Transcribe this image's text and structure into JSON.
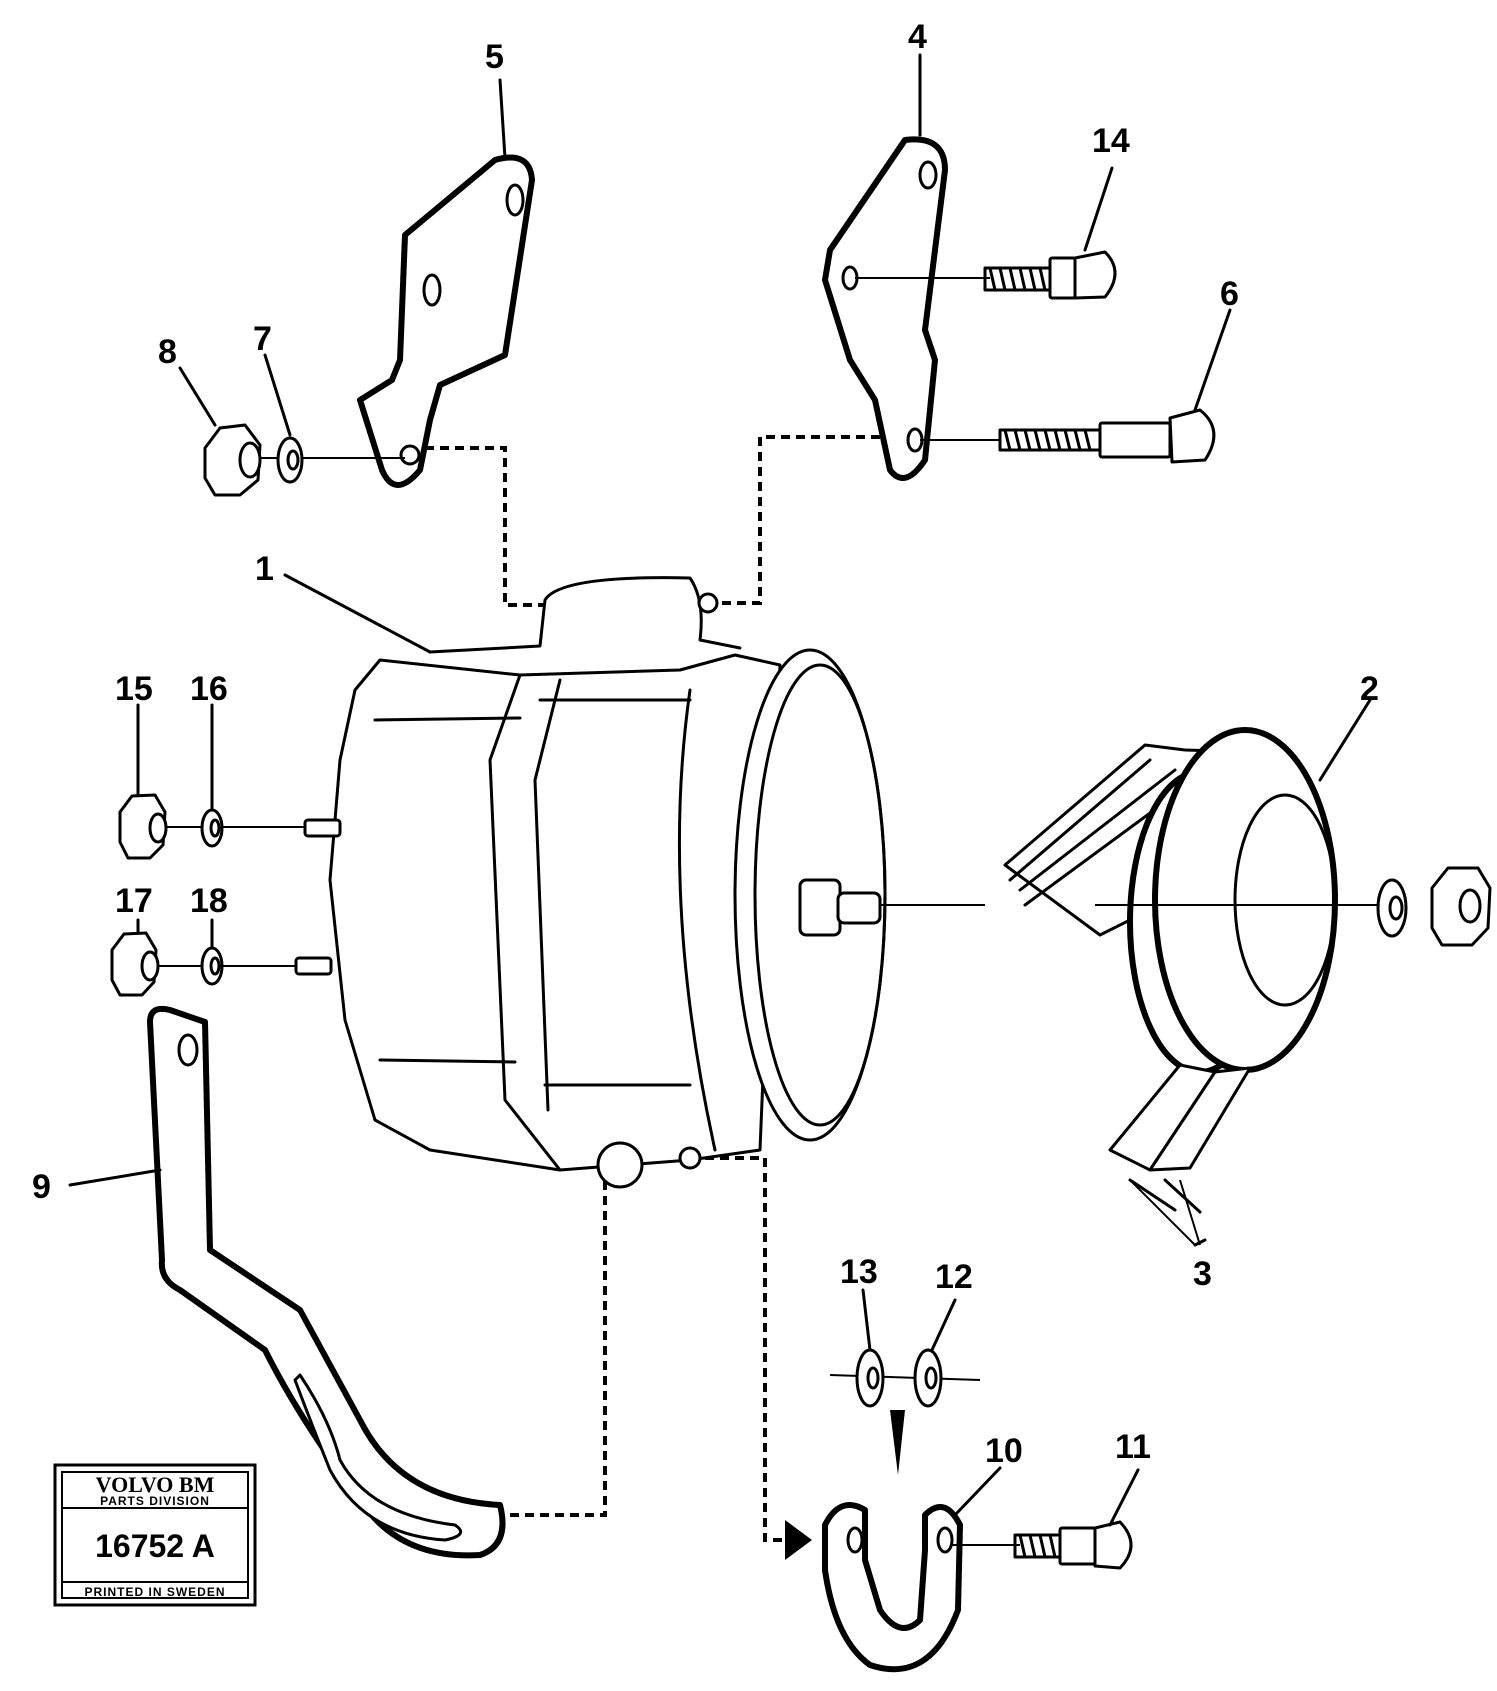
{
  "callouts": [
    {
      "id": "1",
      "text": "1"
    },
    {
      "id": "2",
      "text": "2"
    },
    {
      "id": "3",
      "text": "3"
    },
    {
      "id": "4",
      "text": "4"
    },
    {
      "id": "5",
      "text": "5"
    },
    {
      "id": "6",
      "text": "6"
    },
    {
      "id": "7",
      "text": "7"
    },
    {
      "id": "8",
      "text": "8"
    },
    {
      "id": "9",
      "text": "9"
    },
    {
      "id": "10",
      "text": "10"
    },
    {
      "id": "11",
      "text": "11"
    },
    {
      "id": "12",
      "text": "12"
    },
    {
      "id": "13",
      "text": "13"
    },
    {
      "id": "14",
      "text": "14"
    },
    {
      "id": "15",
      "text": "15"
    },
    {
      "id": "16",
      "text": "16"
    },
    {
      "id": "17",
      "text": "17"
    },
    {
      "id": "18",
      "text": "18"
    }
  ],
  "stamp": {
    "brand": "VOLVO BM",
    "division": "PARTS DIVISION",
    "number": "16752 A",
    "printed": "PRINTED IN SWEDEN"
  }
}
